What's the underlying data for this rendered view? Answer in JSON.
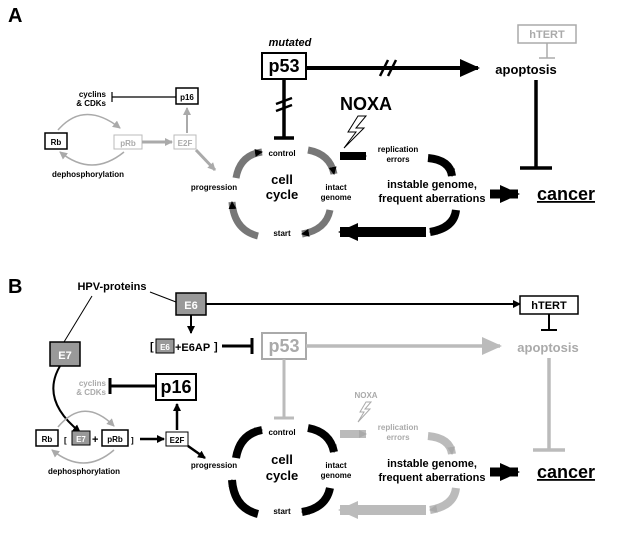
{
  "panelA": {
    "label": "A",
    "mutated": "mutated",
    "p53": "p53",
    "hTERT": "hTERT",
    "apoptosis": "apoptosis",
    "noxa": "NOXA",
    "cyclins": "cyclins",
    "cdks": "& CDKs",
    "p16": "p16",
    "rb": "Rb",
    "prb": "pRb",
    "e2f": "E2F",
    "dephos": "dephosphorylation",
    "control": "control",
    "progression": "progression",
    "cell": "cell",
    "cycle": "cycle",
    "intact": "intact",
    "genome": "genome",
    "start": "start",
    "replication": "replication",
    "errors": "errors",
    "instable": "instable genome,",
    "frequent": "frequent aberrations",
    "cancer": "cancer"
  },
  "panelB": {
    "label": "B",
    "hpv": "HPV-proteins",
    "e6": "E6",
    "e7": "E7",
    "e6small": "E6",
    "e6ap": "+E6AP",
    "p53": "p53",
    "hTERT": "hTERT",
    "apoptosis": "apoptosis",
    "noxa": "NOXA",
    "cyclins": "cyclins",
    "cdks": "& CDKs",
    "p16": "p16",
    "rb": "Rb",
    "e7small": "E7",
    "prb": "pRb",
    "e2f": "E2F",
    "dephos": "dephosphorylation",
    "control": "control",
    "progression": "progression",
    "cell": "cell",
    "cycle": "cycle",
    "intact": "intact",
    "genome": "genome",
    "start": "start",
    "replication": "replication",
    "errors": "errors",
    "instable": "instable genome,",
    "frequent": "frequent aberrations",
    "cancer": "cancer"
  },
  "colors": {
    "black": "#000000",
    "gray": "#aaaaaa",
    "darkgray": "#777777",
    "boxgray": "#999999"
  }
}
